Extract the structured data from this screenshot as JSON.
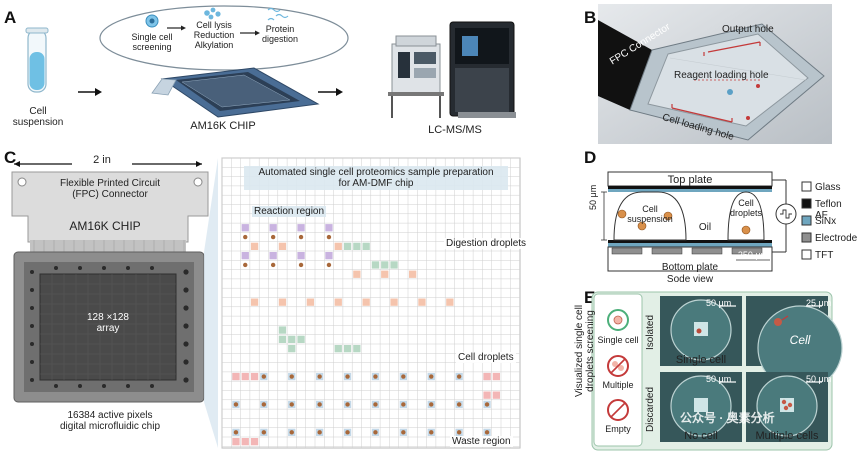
{
  "panel_labels": {
    "a": "A",
    "b": "B",
    "c": "C",
    "d": "D",
    "e": "E"
  },
  "panel_a": {
    "tube_label": "Cell\nsuspension",
    "steps": [
      "Single cell\nscreening",
      "Cell lysis\nReduction\nAlkylation",
      "Protein\ndigestion"
    ],
    "chip_label": "AM16K CHIP",
    "instrument_label": "LC-MS/MS"
  },
  "panel_b": {
    "fpc_connector": "FPC Connector",
    "output_hole": "Output hole",
    "reagent_hole": "Reagent loading hole",
    "cell_hole": "Cell loading hole"
  },
  "panel_c": {
    "width_label": "2 in",
    "fpc_label": "Flexible Printed Circuit\n(FPC) Connector",
    "chip_name": "AM16K CHIP",
    "array_label": "128 ×128\narray",
    "caption": "16384 active pixels\ndigital microfluidic chip",
    "grid_title": "Automated single cell proteomics sample preparation\nfor AM-DMF chip",
    "reaction_region": "Reaction region",
    "digestion_droplets": "Digestion droplets",
    "cell_droplets": "Cell droplets",
    "waste_region": "Waste region"
  },
  "panel_d": {
    "top_plate": "Top plate",
    "bottom_plate": "Bottom plate",
    "side_view": "Sode view",
    "height": "50 μm",
    "cell_suspension": "Cell\nsuspension",
    "oil": "Oil",
    "cell_droplets": "Cell\ndroplets",
    "scale": "250 μm",
    "legend": [
      {
        "label": "Glass",
        "color": "#ffffff"
      },
      {
        "label": "Teflon AF",
        "color": "#111111"
      },
      {
        "label": "SiNx",
        "color": "#6fa6bf"
      },
      {
        "label": "Electrode",
        "color": "#8f8f8f"
      },
      {
        "label": "TFT",
        "color": "#ffffff"
      }
    ]
  },
  "panel_e": {
    "side_title": "Visualized single cell\ndroplets screening",
    "icons": [
      "Single cell",
      "Multiple",
      "Empty"
    ],
    "row_isolated": "Isolated",
    "row_discarded": "Discarded",
    "captions": [
      "Single cell",
      "Cell",
      "No cell",
      "Multiple cells"
    ],
    "scale1": "50 μm",
    "scale2": "25 μm",
    "scale3": "50 μm",
    "scale4": "50 μm",
    "watermark": "公众号 · 奥素分析"
  }
}
